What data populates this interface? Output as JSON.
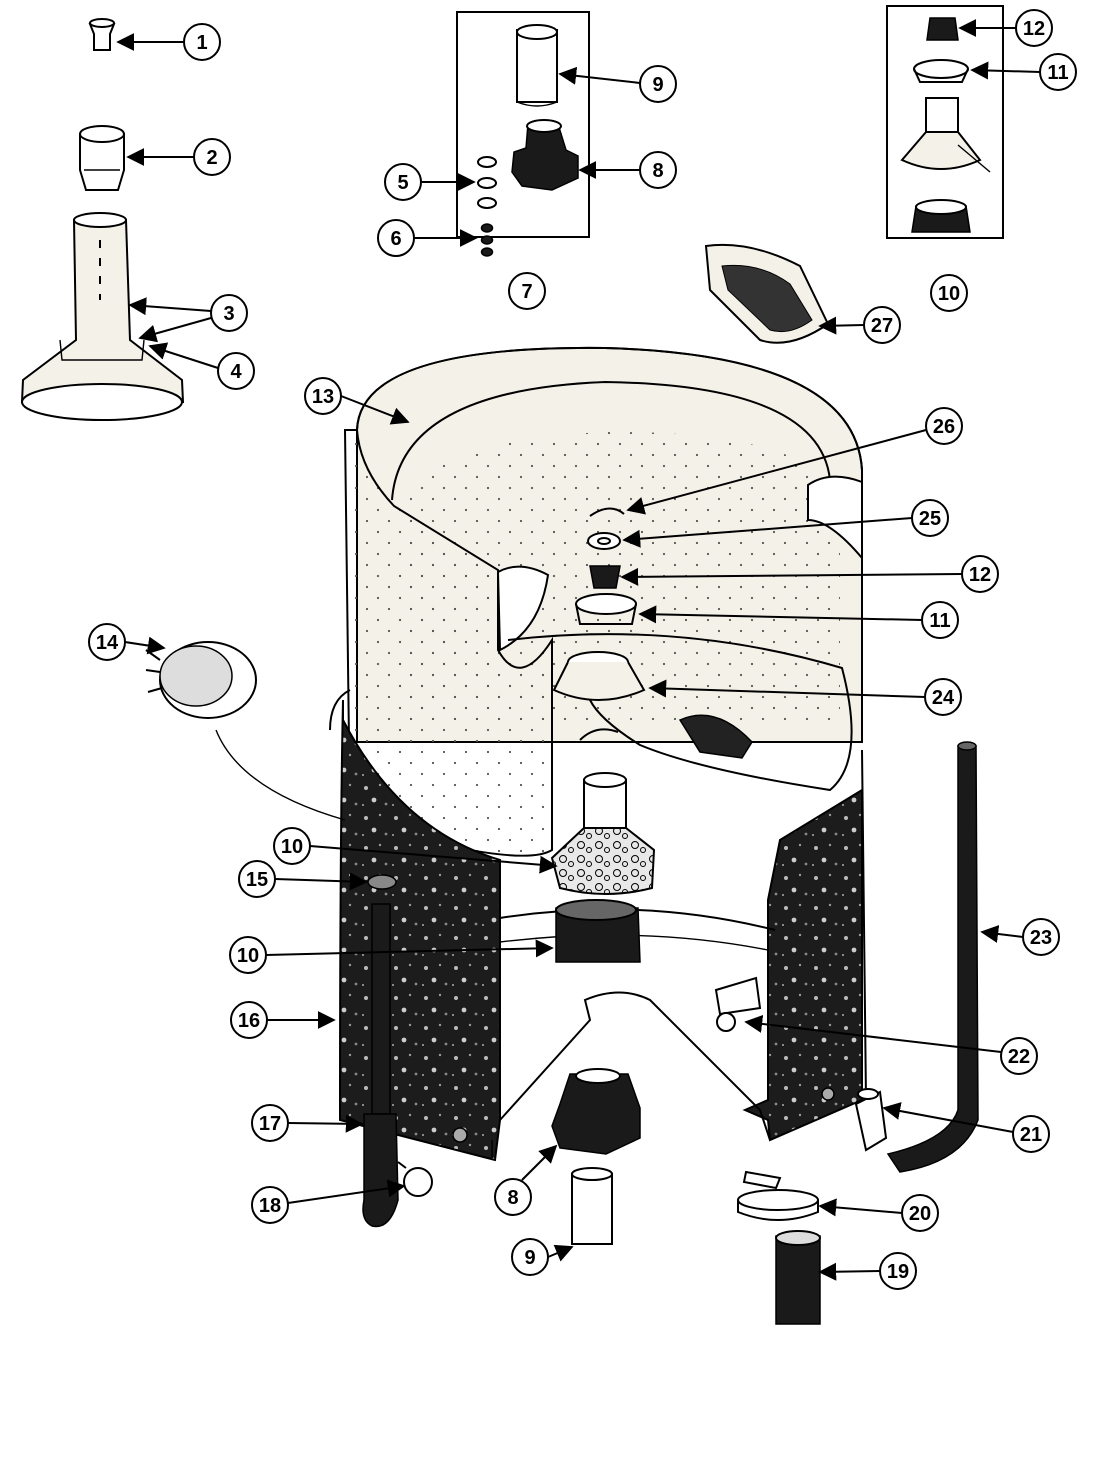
{
  "callouts": [
    {
      "id": "c1",
      "label": "1"
    },
    {
      "id": "c2",
      "label": "2"
    },
    {
      "id": "c3",
      "label": "3"
    },
    {
      "id": "c4",
      "label": "4"
    },
    {
      "id": "c5",
      "label": "5"
    },
    {
      "id": "c6",
      "label": "6"
    },
    {
      "id": "c7",
      "label": "7"
    },
    {
      "id": "c8a",
      "label": "8"
    },
    {
      "id": "c9a",
      "label": "9"
    },
    {
      "id": "c10a",
      "label": "10"
    },
    {
      "id": "c11a",
      "label": "11"
    },
    {
      "id": "c12a",
      "label": "12"
    },
    {
      "id": "c27",
      "label": "27"
    },
    {
      "id": "c13",
      "label": "13"
    },
    {
      "id": "c26",
      "label": "26"
    },
    {
      "id": "c25",
      "label": "25"
    },
    {
      "id": "c12b",
      "label": "12"
    },
    {
      "id": "c11b",
      "label": "11"
    },
    {
      "id": "c24",
      "label": "24"
    },
    {
      "id": "c14",
      "label": "14"
    },
    {
      "id": "c10b",
      "label": "10"
    },
    {
      "id": "c15",
      "label": "15"
    },
    {
      "id": "c10c",
      "label": "10"
    },
    {
      "id": "c23",
      "label": "23"
    },
    {
      "id": "c16",
      "label": "16"
    },
    {
      "id": "c22",
      "label": "22"
    },
    {
      "id": "c17",
      "label": "17"
    },
    {
      "id": "c21",
      "label": "21"
    },
    {
      "id": "c18",
      "label": "18"
    },
    {
      "id": "c8b",
      "label": "8"
    },
    {
      "id": "c20",
      "label": "20"
    },
    {
      "id": "c9b",
      "label": "9"
    },
    {
      "id": "c19",
      "label": "19"
    }
  ]
}
